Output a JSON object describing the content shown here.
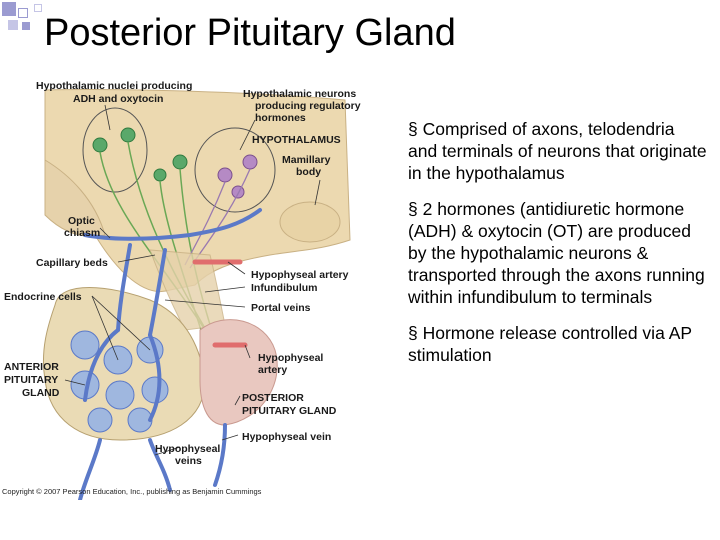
{
  "slide": {
    "title": "Posterior Pituitary Gland",
    "bullets": [
      "§ Comprised of axons, telodendria and terminals of neurons that originate in the hypothalamus",
      "§ 2 hormones (antidiuretic hormone (ADH) & oxytocin (OT) are produced by the hypothalamic neurons & transported through the axons running within infundibulum to terminals",
      "§ Hormone release controlled via AP stimulation"
    ]
  },
  "diagram": {
    "labels": {
      "nuclei_line1": "Hypothalamic nuclei producing",
      "nuclei_line2": "ADH and oxytocin",
      "neurons_line1": "Hypothalamic neurons",
      "neurons_line2": "producing regulatory",
      "neurons_line3": "hormones",
      "hypothalamus": "HYPOTHALAMUS",
      "mamillary_line1": "Mamillary",
      "mamillary_line2": "body",
      "optic_line1": "Optic",
      "optic_line2": "chiasm",
      "capillary_beds": "Capillary beds",
      "hypophyseal_artery": "Hypophyseal artery",
      "infundibulum": "Infundibulum",
      "endocrine_cells": "Endocrine cells",
      "portal_veins": "Portal veins",
      "hypophyseal_artery2_line1": "Hypophyseal",
      "hypophyseal_artery2_line2": "artery",
      "anterior_line1": "ANTERIOR",
      "anterior_line2": "PITUITARY",
      "anterior_line3": "GLAND",
      "posterior_line1": "POSTERIOR",
      "posterior_line2": "PITUITARY GLAND",
      "hypophyseal_vein": "Hypophyseal vein",
      "hypophyseal_veins_line1": "Hypophyseal",
      "hypophyseal_veins_line2": "veins",
      "copyright": "Copyright © 2007 Pearson Education, Inc., publishing as Benjamin Cummings"
    }
  },
  "colors": {
    "neuron_green": "#5aa86a",
    "neuron_purple": "#b58ac4",
    "tissue": "#ecd9b0",
    "vessel_blue": "#5b79c8",
    "artery_red": "#e06d6d",
    "posterior_pink": "#e9c8c0"
  }
}
